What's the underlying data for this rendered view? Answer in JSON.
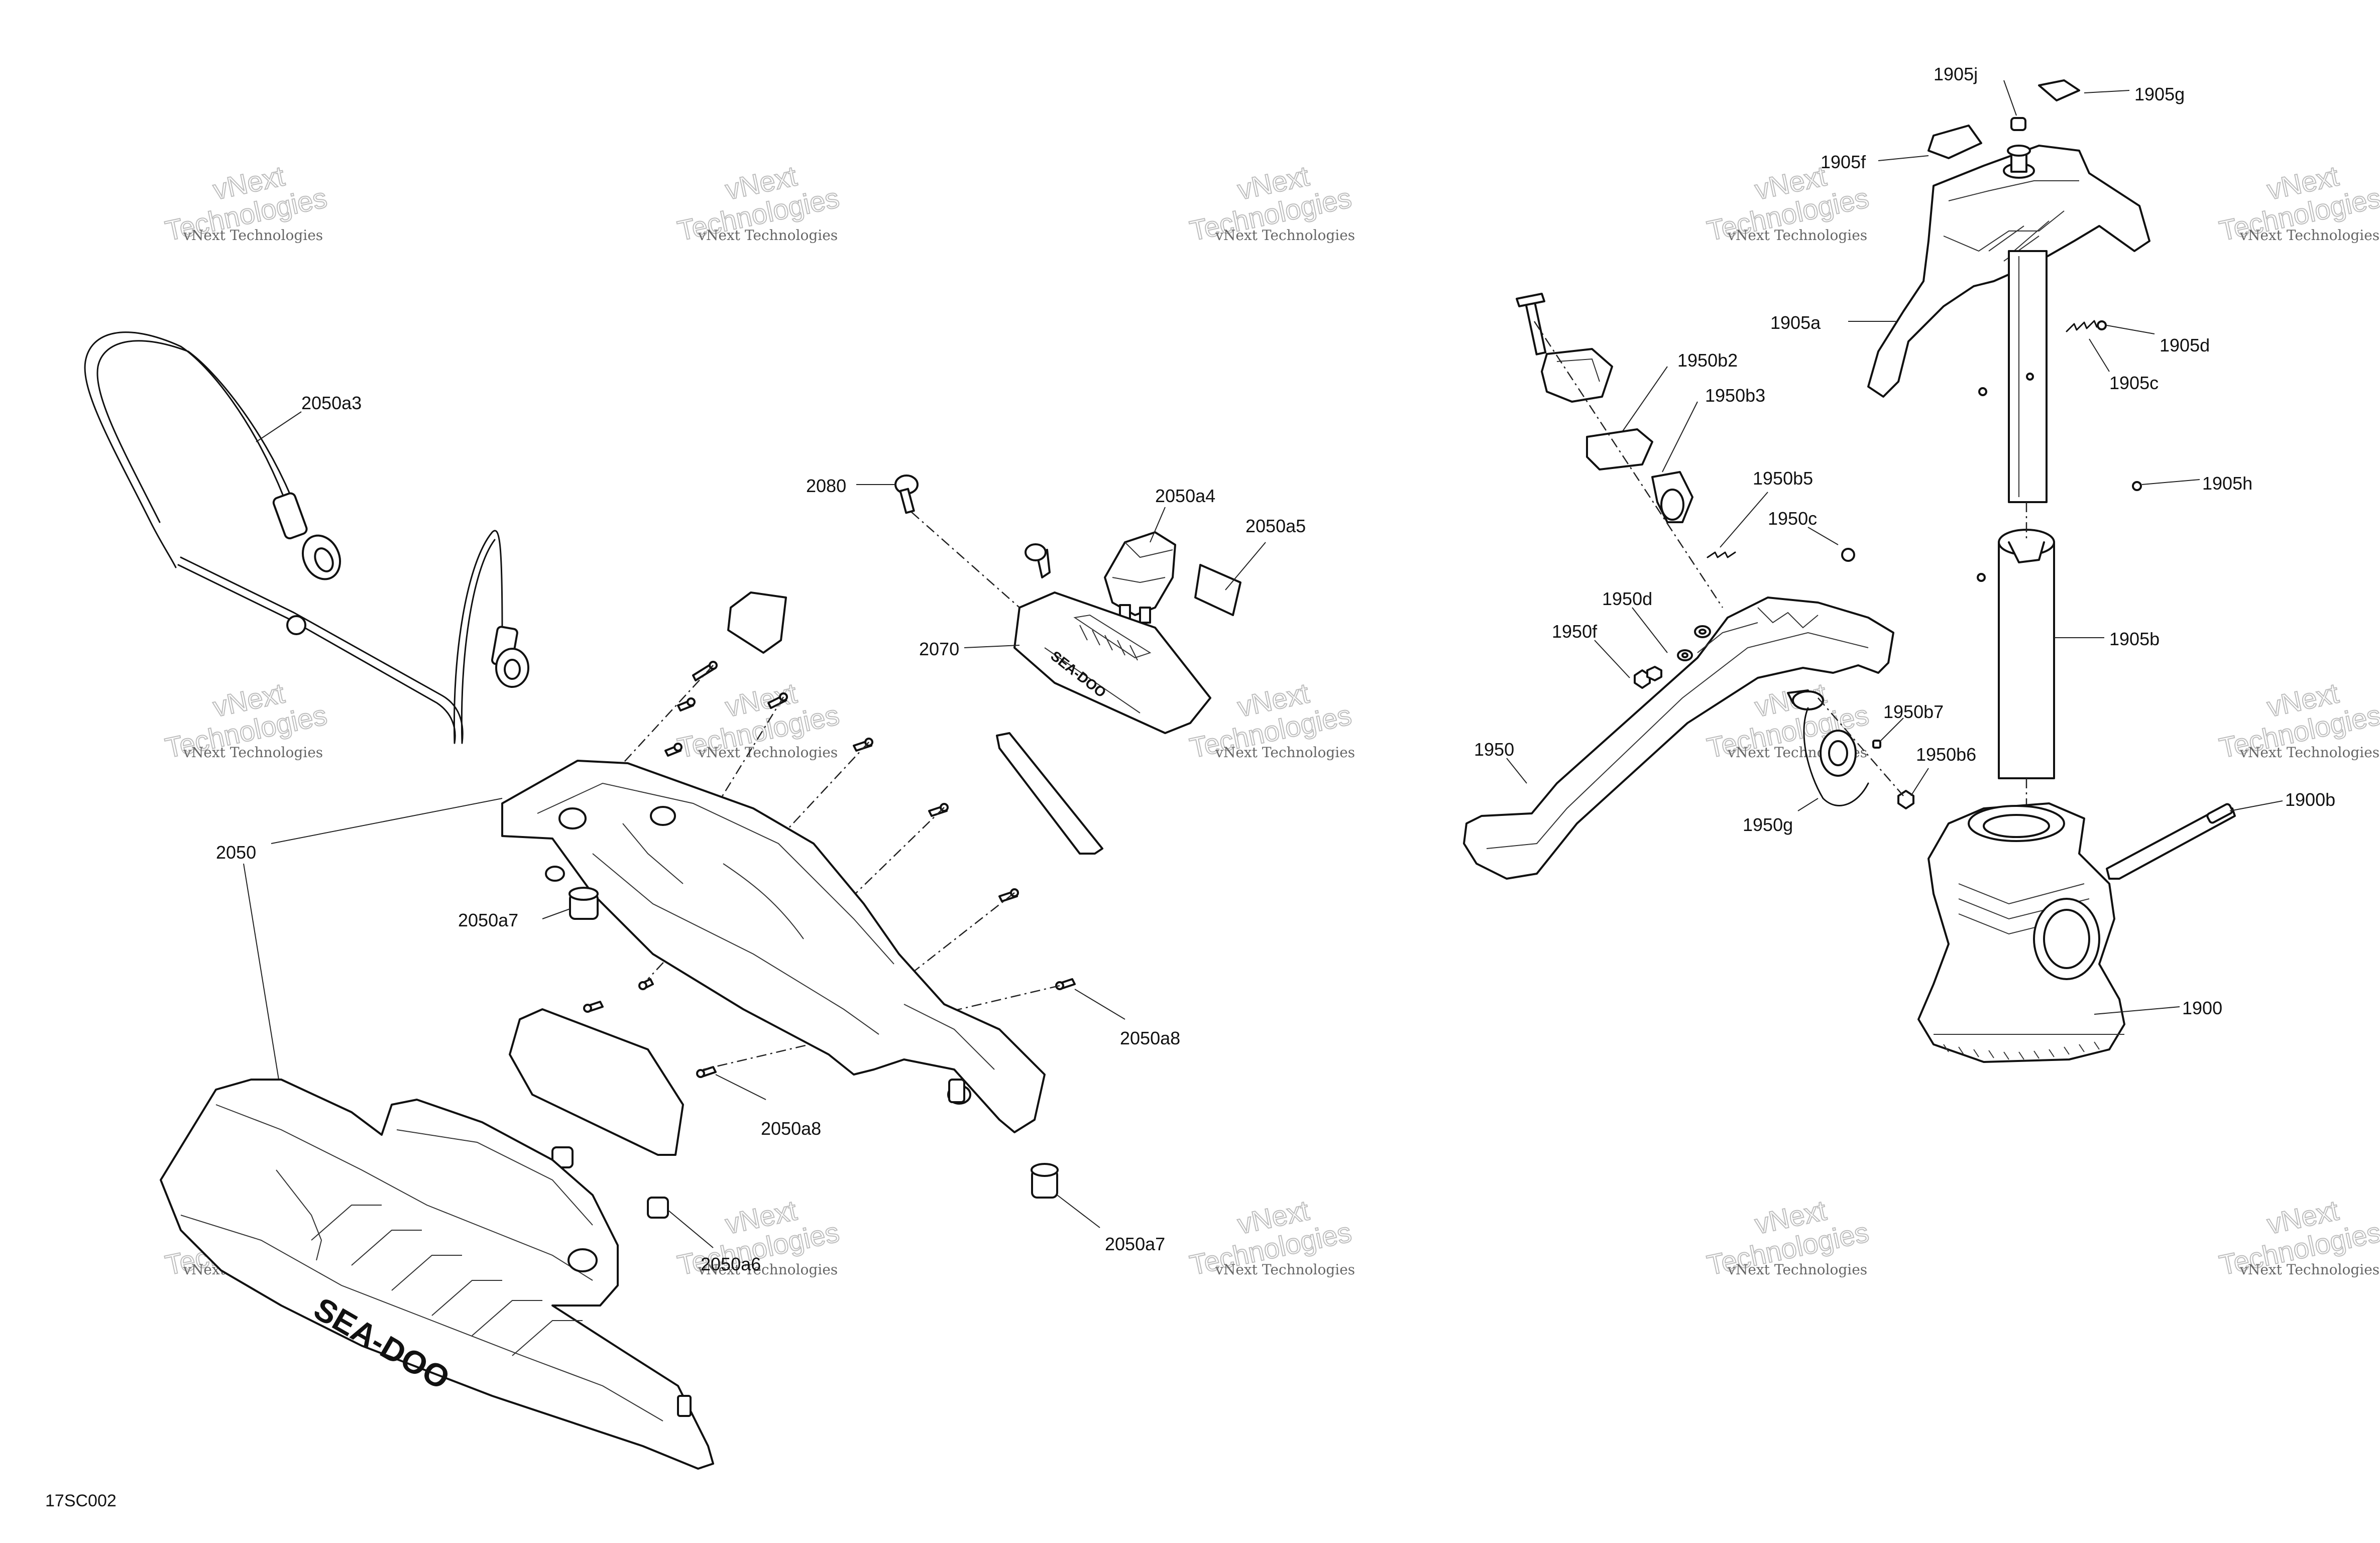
{
  "figure_code": "17SC002",
  "watermark": {
    "line1": "vNext Technologies",
    "line2": "vNext",
    "line3": "Technologies"
  },
  "callouts": {
    "c2050a3": "2050a3",
    "c2080": "2080",
    "c2050a4": "2050a4",
    "c2050a5": "2050a5",
    "c2070": "2070",
    "c2050": "2050",
    "c2050a7_left": "2050a7",
    "c2050a8_right": "2050a8",
    "c2050a8_mid": "2050a8",
    "c2050a7_bottom": "2050a7",
    "c2050a6": "2050a6",
    "c1905j": "1905j",
    "c1905g": "1905g",
    "c1905f": "1905f",
    "c1905a": "1905a",
    "c1905d": "1905d",
    "c1905c": "1905c",
    "c1905h": "1905h",
    "c1905b": "1905b",
    "c1900b": "1900b",
    "c1900": "1900",
    "c1950b2": "1950b2",
    "c1950b3": "1950b3",
    "c1950b5": "1950b5",
    "c1950c": "1950c",
    "c1950d": "1950d",
    "c1950f": "1950f",
    "c1950": "1950",
    "c1950b7": "1950b7",
    "c1950b6": "1950b6",
    "c1950g": "1950g"
  },
  "brand_logo_text": "SEA-DOO"
}
